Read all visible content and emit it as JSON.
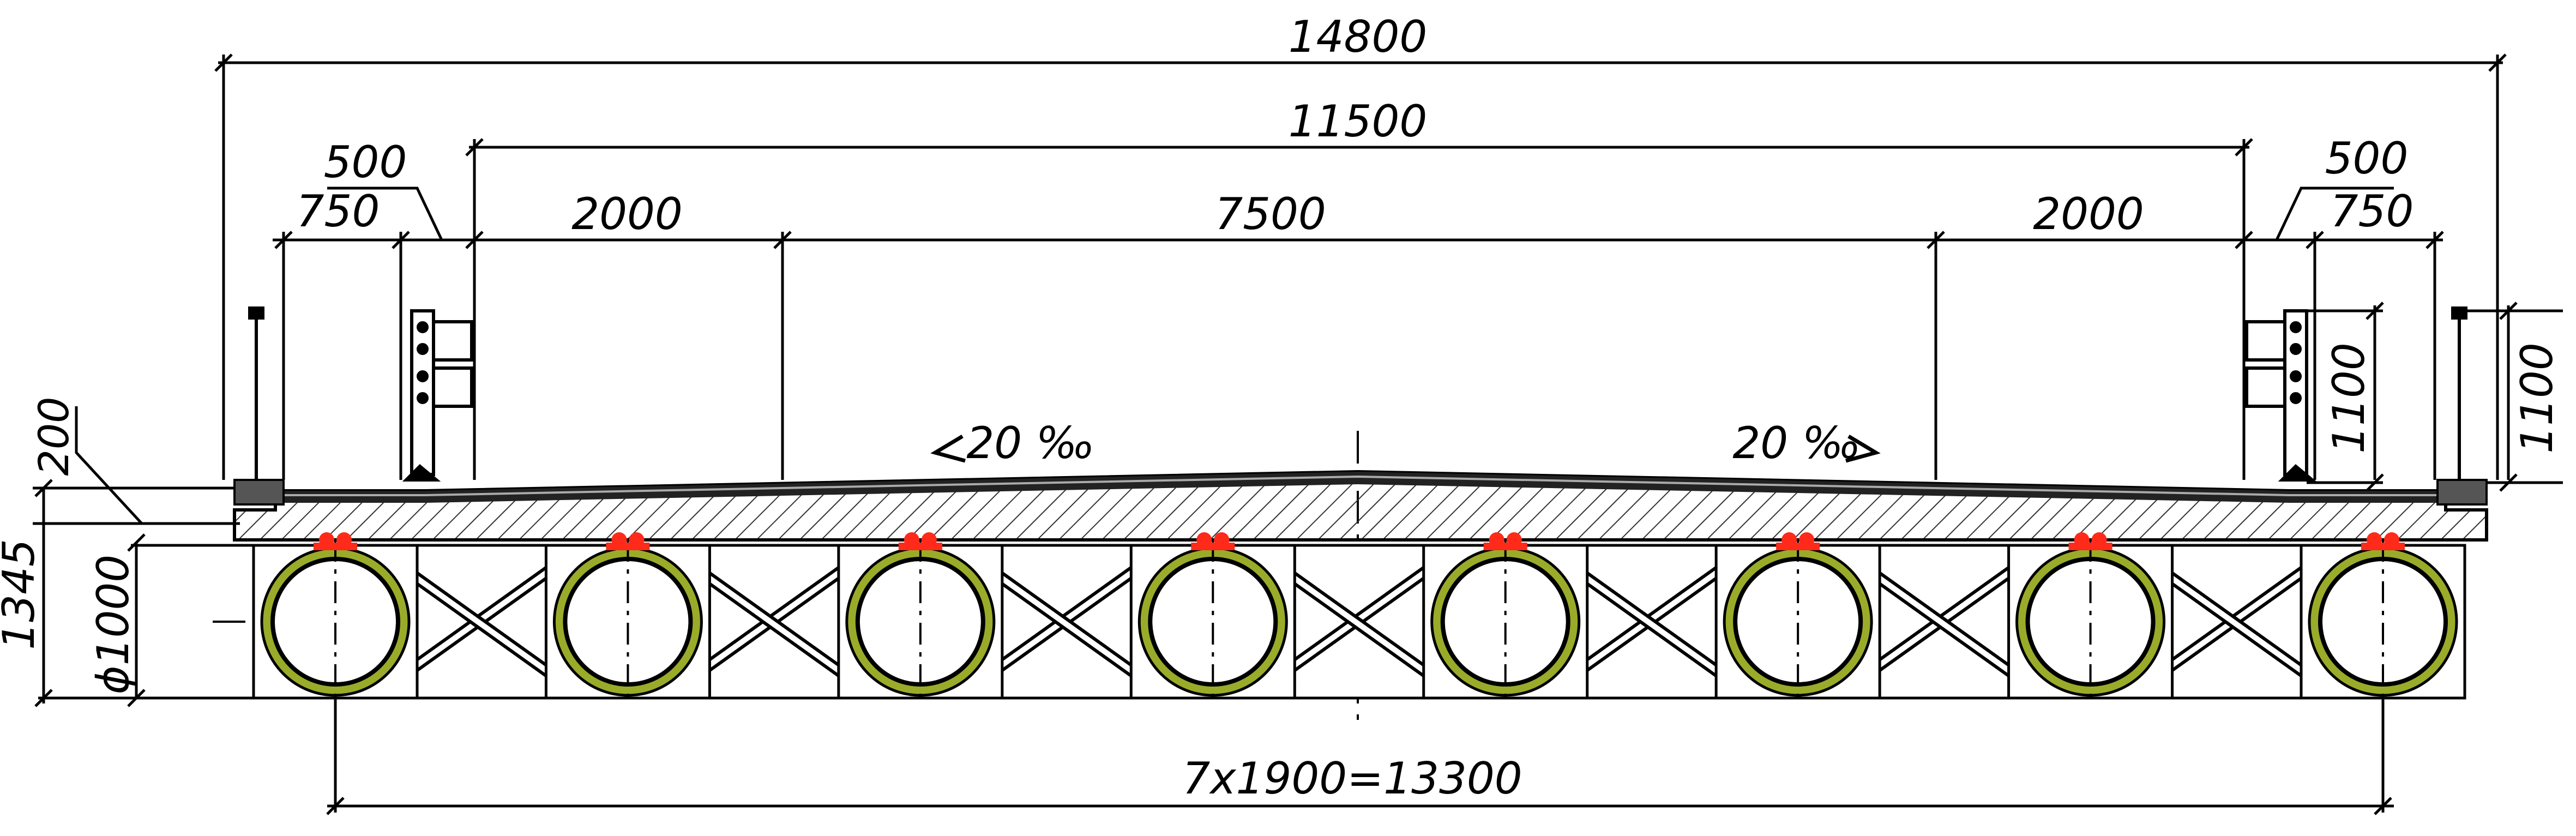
{
  "drawing": {
    "dimensions": {
      "overall_width": "14800",
      "carriageway_total": "11500",
      "left_offset_500": "500",
      "left_offset_750": "750",
      "left_lane": "2000",
      "center_lane": "7500",
      "right_lane": "2000",
      "right_offset_500": "500",
      "right_offset_750": "750",
      "barrier_height_left": "1100",
      "barrier_height_right": "1100",
      "slab_thickness": "200",
      "total_depth": "1345",
      "pipe_diameter": "ϕ1000",
      "pipe_spacing": "7x1900=13300"
    },
    "slopes": {
      "left": "20 ‰",
      "right": "20 ‰"
    },
    "pipe_count": 8,
    "colors": {
      "line": "#000000",
      "pipe_ring": "#9aab2a",
      "bearing": "#ff2a1a",
      "hatch": "#333333",
      "background": "#ffffff"
    }
  }
}
